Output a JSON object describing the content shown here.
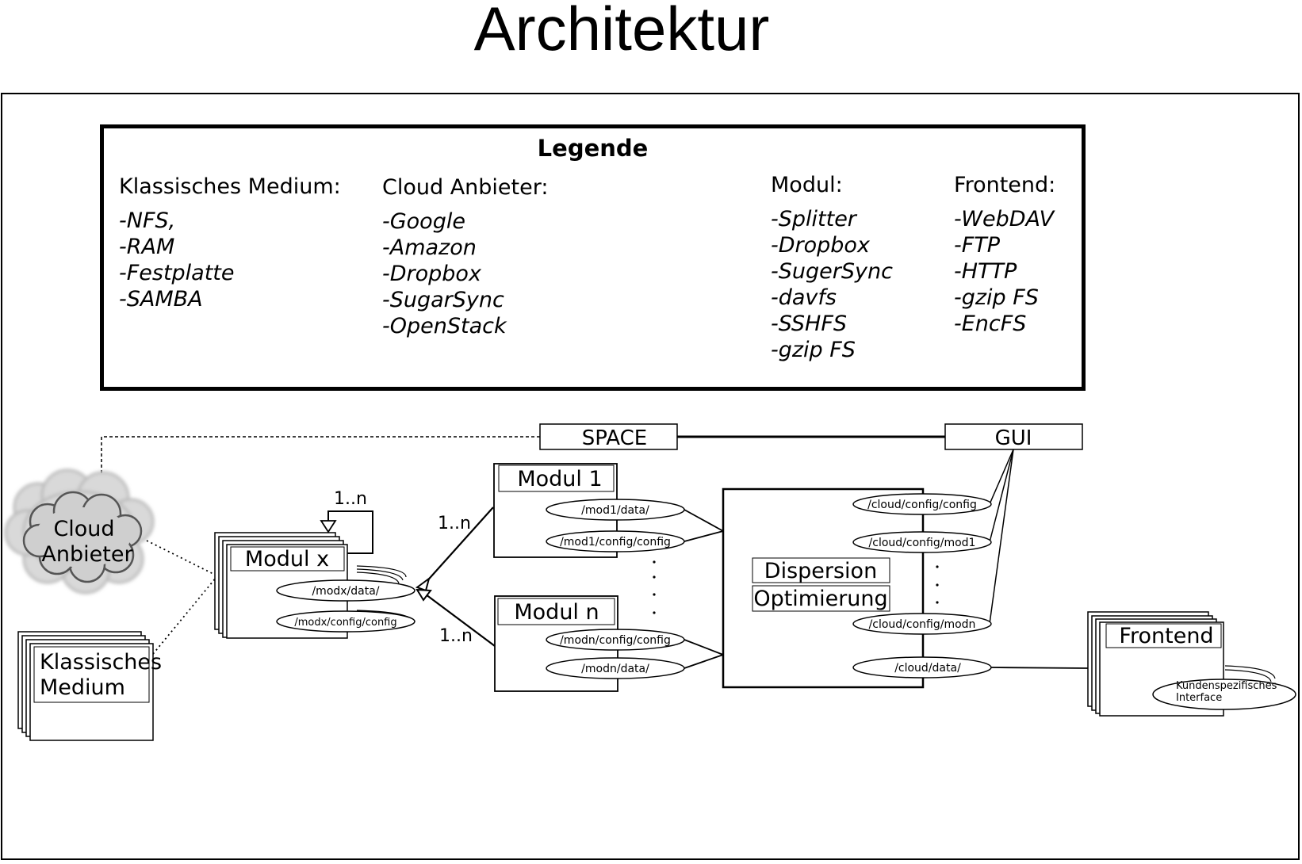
{
  "title": "Architektur",
  "legend": {
    "title": "Legende",
    "columns": [
      {
        "heading": "Klassisches Medium:",
        "items": [
          "-NFS,",
          "-RAM",
          "-Festplatte",
          "-SAMBA"
        ]
      },
      {
        "heading": "Cloud Anbieter:",
        "items": [
          "-Google",
          "-Amazon",
          "-Dropbox",
          "-SugarSync",
          "-OpenStack"
        ]
      },
      {
        "heading": "Modul:",
        "items": [
          "-Splitter",
          "-Dropbox",
          "-SugerSync",
          "-davfs",
          "-SSHFS",
          "-gzip FS"
        ]
      },
      {
        "heading": "Frontend:",
        "items": [
          "-WebDAV",
          "-FTP",
          "-HTTP",
          "-gzip FS",
          "-EncFS"
        ]
      }
    ]
  },
  "diagram": {
    "space": "SPACE",
    "gui": "GUI",
    "cloud": {
      "line1": "Cloud",
      "line2": "Anbieter"
    },
    "klassisches": {
      "line1": "Klassisches",
      "line2": "Medium"
    },
    "modul_x": {
      "label": "Modul x",
      "data": "/modx/data/",
      "config": "/modx/config/config",
      "multiplicity": "1..n"
    },
    "modul_1": {
      "label": "Modul 1",
      "data": "/mod1/data/",
      "config": "/mod1/config/config"
    },
    "modul_n": {
      "label": "Modul n",
      "config": "/modn/config/config",
      "data": "/modn/data/"
    },
    "mult_top": "1..n",
    "mult_bottom": "1..n",
    "dispersion": "Dispersion",
    "optimierung": "Optimierung",
    "cloud_config": "/cloud/config/config",
    "cloud_mod1": "/cloud/config/mod1",
    "cloud_modn": "/cloud/config/modn",
    "cloud_data": "/cloud/data/",
    "frontend": {
      "label": "Frontend",
      "interface": "Kundenspezifisches Interface"
    }
  }
}
